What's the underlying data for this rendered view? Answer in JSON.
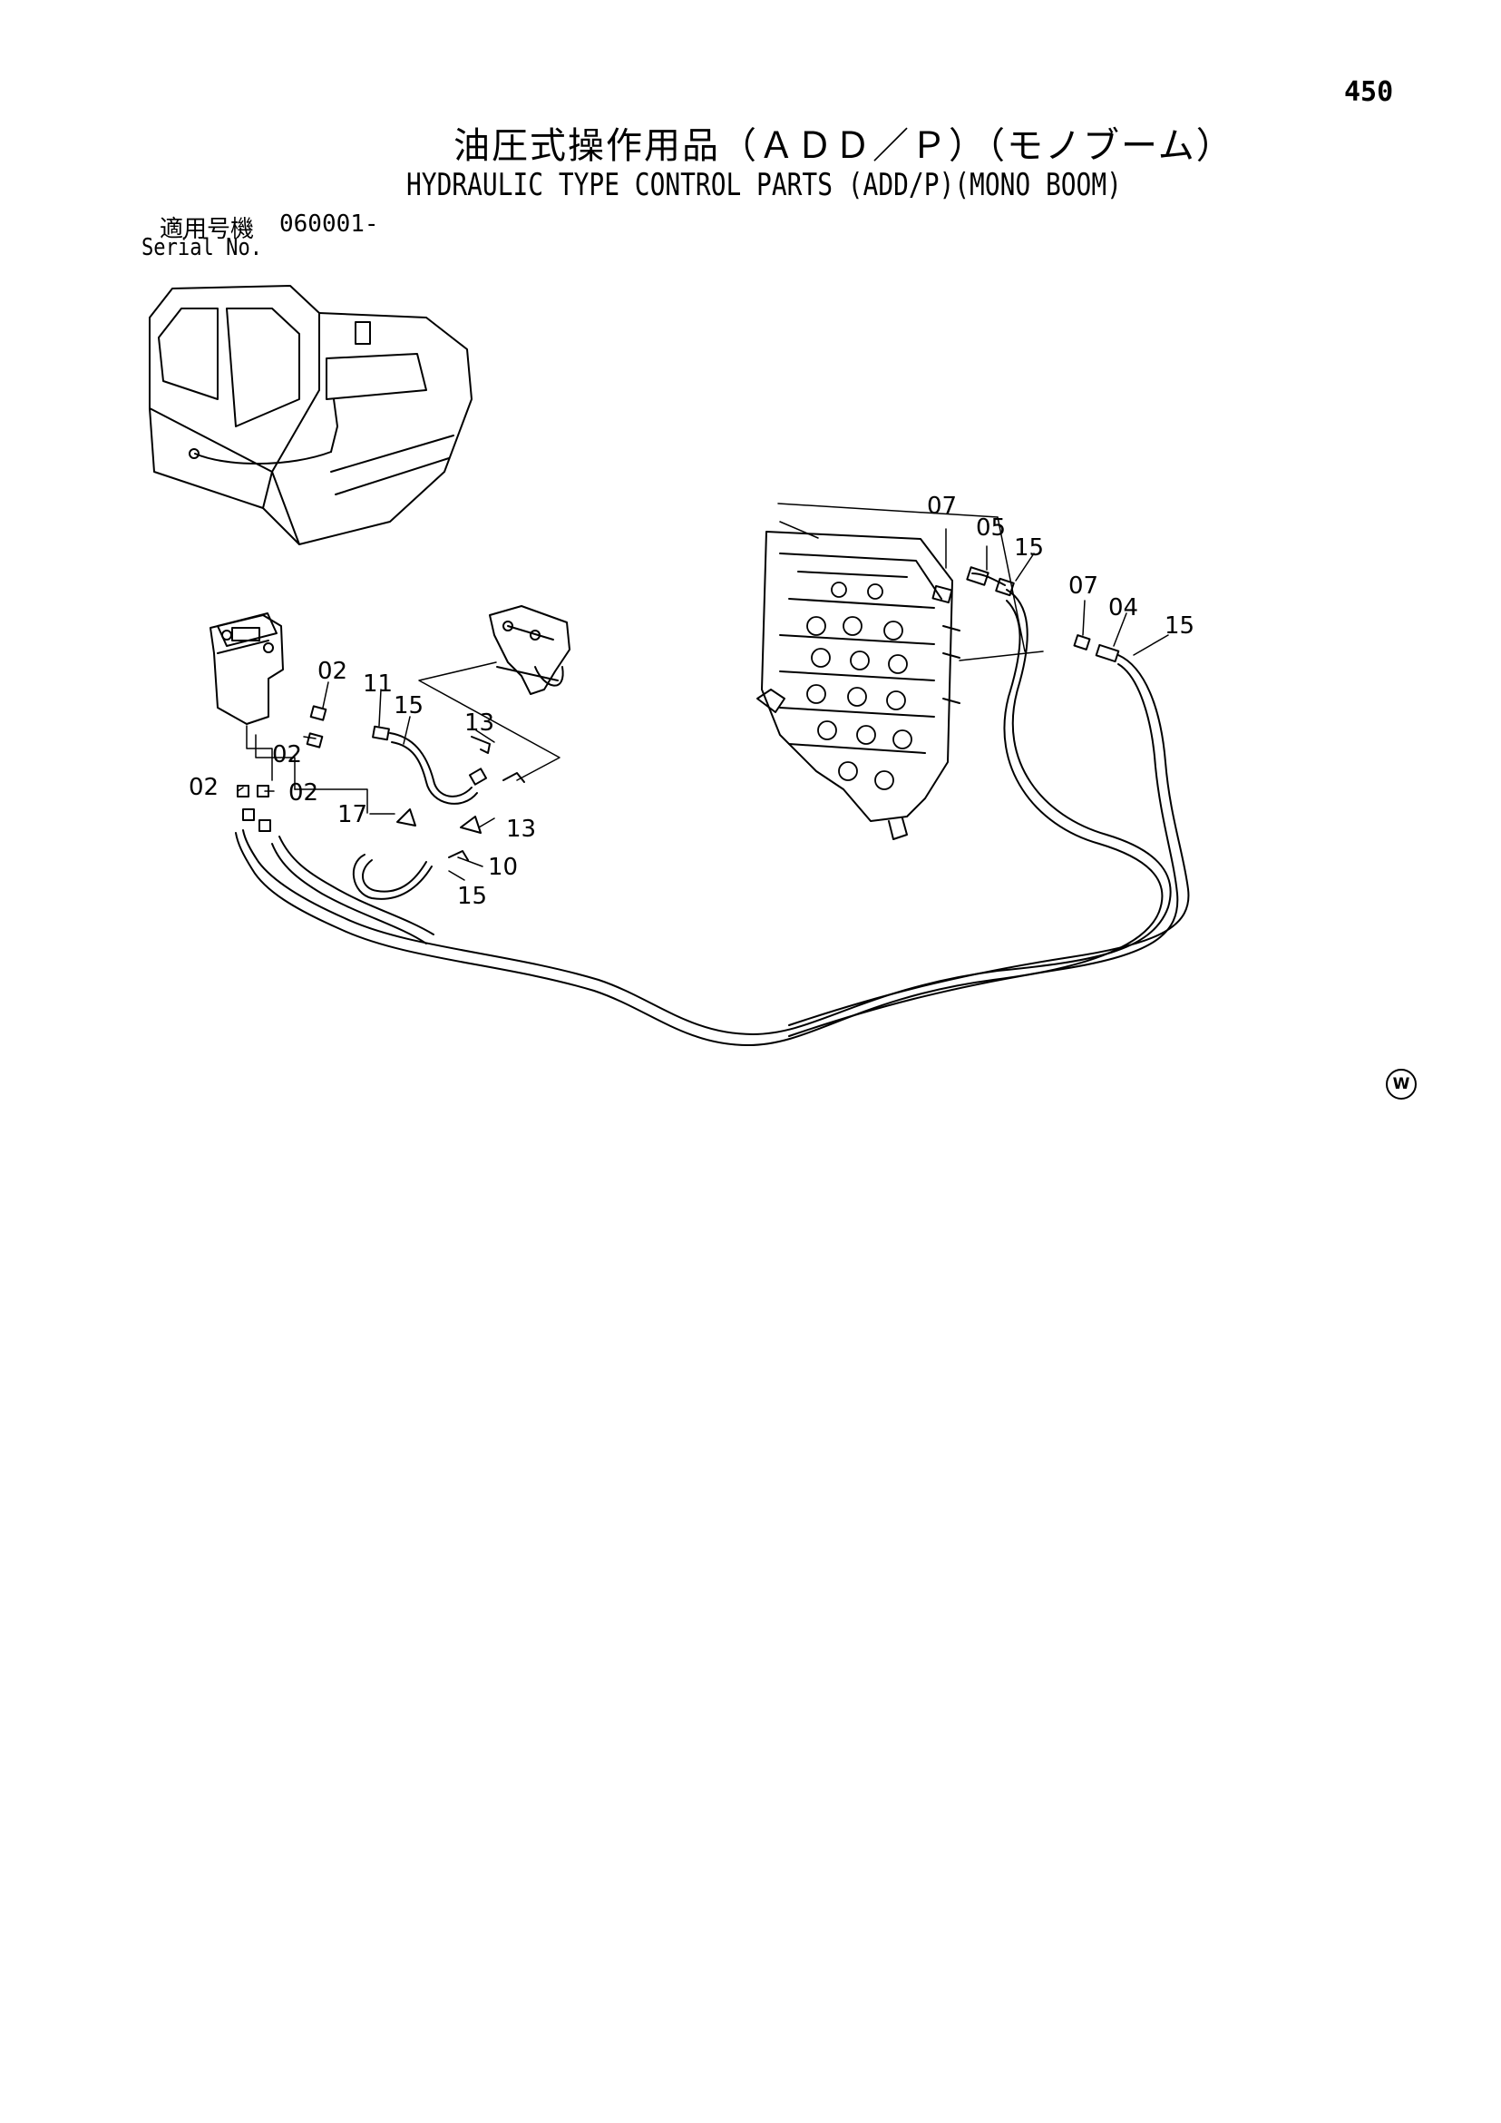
{
  "page": {
    "number": "450",
    "title_jp": "油圧式操作用品（ＡＤＤ／Ｐ）（モノブーム）",
    "title_en": "HYDRAULIC TYPE CONTROL PARTS (ADD/P)(MONO BOOM)",
    "serial_label_jp": "適用号機",
    "serial_number": "060001-",
    "serial_label_en": "Serial No.",
    "watermark_symbol": "W"
  },
  "diagram": {
    "callouts": [
      "07",
      "05",
      "15",
      "07",
      "04",
      "15",
      "02",
      "11",
      "15",
      "13",
      "02",
      "02",
      "02",
      "17",
      "13",
      "10",
      "15"
    ]
  }
}
